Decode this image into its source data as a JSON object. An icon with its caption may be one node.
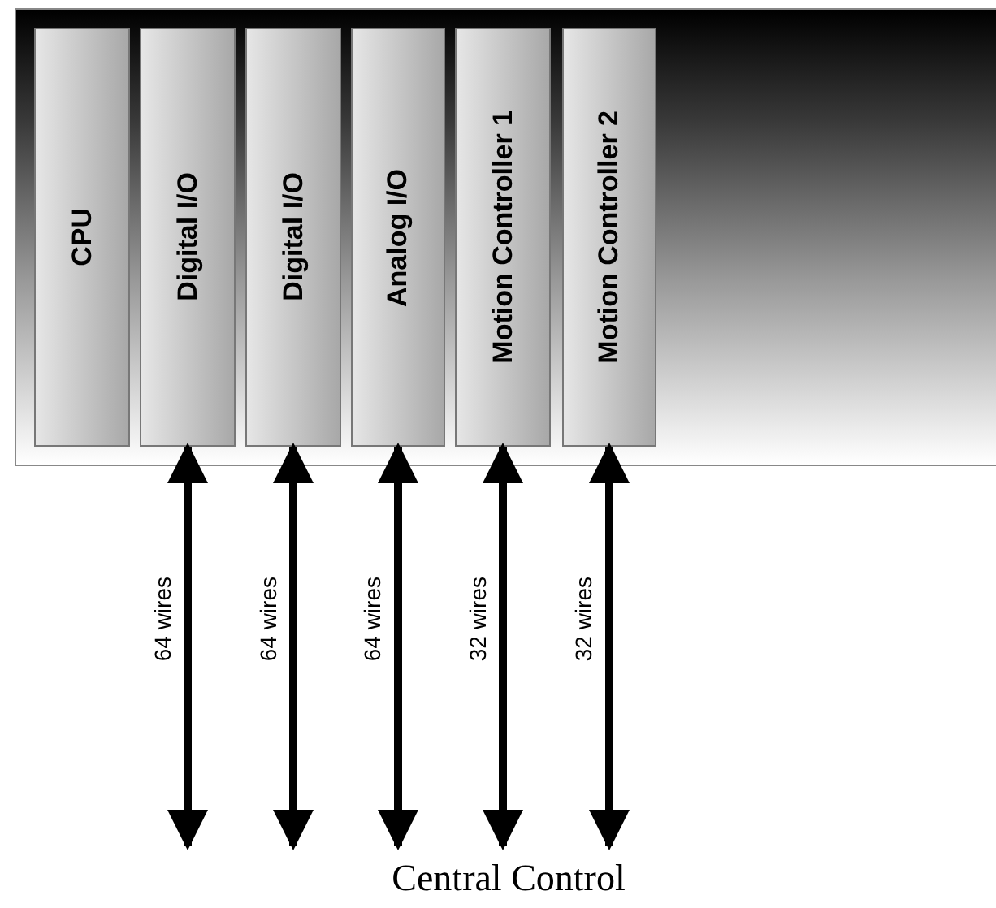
{
  "diagram": {
    "nodes": [
      {
        "text": [],
        "shape": "box"
      },
      {
        "text": [
          "CPU"
        ],
        "in": 0
      },
      {
        "text": [
          "Digital I/O"
        ],
        "in": 0
      },
      {
        "text": [
          "Digital I/O"
        ],
        "in": 0
      },
      {
        "text": [
          "Analog I/O"
        ],
        "in": 0
      },
      {
        "text": [
          "Motion Controller 1"
        ],
        "in": 0
      },
      {
        "text": [
          "Motion Controller 2"
        ],
        "in": 0
      },
      {
        "text": [
          "Central Control"
        ]
      }
    ],
    "edges": [
      {
        "from": 2,
        "to": null,
        "arrow": "both",
        "label": "64 wires"
      },
      {
        "from": 3,
        "to": null,
        "arrow": "both",
        "label": "64 wires"
      },
      {
        "from": 4,
        "to": 7,
        "arrow": "both",
        "label": "64 wires"
      },
      {
        "from": 5,
        "to": 7,
        "arrow": "both",
        "label": "32 wires"
      },
      {
        "from": 6,
        "to": 7,
        "arrow": "both",
        "label": "32 wires"
      }
    ]
  }
}
